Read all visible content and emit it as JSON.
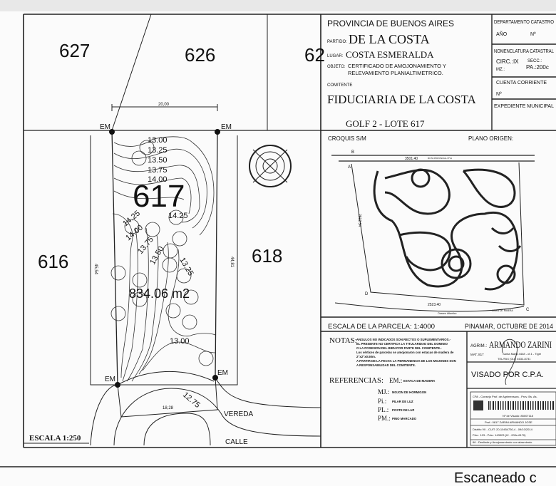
{
  "drawing": {
    "lots": {
      "top_left": "627",
      "top_mid": "626",
      "top_right": "62",
      "main": "617",
      "left": "616",
      "right": "618"
    },
    "area": "834.06 m2",
    "front_dim": "20,00",
    "left_dim": "45,54",
    "right_dim": "44,81",
    "bottom_dim": "18,28",
    "marker_label": "EM",
    "contours": [
      "13.00",
      "13.25",
      "13.50",
      "13.75",
      "14.00",
      "14.25",
      "14.00",
      "13.75",
      "13.50",
      "13.25",
      "14.25",
      "13.00",
      "12.75"
    ],
    "vereda": "VEREDA",
    "calle": "CALLE",
    "scale": "ESCALA 1:250"
  },
  "header": {
    "province": "PROVINCIA DE BUENOS AIRES",
    "partido_label": "PARTIDO:",
    "partido": "DE LA COSTA",
    "lugar_label": "LUGAR:",
    "lugar": "COSTA ESMERALDA",
    "objeto_label": "OBJETO:",
    "objeto_1": "CERTIFICADO DE  AMOJONAMIENTO Y",
    "objeto_2": "RELEVAMIENTO PLANIALTIMETRICO.",
    "comitente_label": "COMITENTE",
    "comitente": "FIDUCIARIA DE LA COSTA",
    "lote": "GOLF 2 - LOTE 617"
  },
  "side_box": {
    "departamento": "DEPARTAMENTO CATASTRO",
    "anio": "AÑO",
    "numero": "Nº",
    "nomenclatura": "NOMENCLATURA CATASTRAL",
    "circ": "CIRC.:IX",
    "secc": "SECC.:",
    "mz": "MZ.:",
    "pa": "PA.:200c",
    "cuenta": "CUENTA CORRIENTE",
    "cuenta_n": "Nº",
    "expediente": "EXPEDIENTE MUNICIPAL"
  },
  "croquis": {
    "title": "CROQUIS S/M",
    "plano_origen": "PLANO ORIGEN:",
    "top_dim": "3501.40",
    "bottom_dim": "2523.40",
    "left_dim": "2812.34",
    "corners": [
      "A",
      "B",
      "C",
      "D"
    ],
    "ruta": "RUTA PROVINCIAL Nº11",
    "oceano": "Oceano Atlantico",
    "linea_ribera": "LINEA DE RIBERA"
  },
  "scale_row": {
    "escala": "ESCALA DE LA PARCELA: 1:4000",
    "lugar_fecha": "PINAMAR, OCTUBRE DE 2014"
  },
  "notas": {
    "label": "NOTAS:",
    "lines": [
      "ANGULOS NO INDICADOS SON RECTOS O SUPLEMENTARIOS.-",
      "EL PRESENTE NO CERTIFICA LA TITULARIDAD DEL DOMINIO",
      "O LA POSESION DEL BIEN POR PARTE DEL COMITENTE.-",
      "Los vértices de parcelas se amojonaron con estacas de madera de",
      "2\"x2\"x0.50m.",
      "A PARTIR DE  LA FECHA LA PERMANENCIA DE LOS MOJONES SON",
      "A RESPONSABILIDAD DEL COMITENTE."
    ]
  },
  "referencias": {
    "label": "REFERENCIAS:",
    "items": [
      {
        "code": "EM.:",
        "desc": "ESTACA DE MADERA"
      },
      {
        "code": "MJ.:",
        "desc": "MOJON DE HORMIGON"
      },
      {
        "code": "Pi.:",
        "desc": "PILAR DE LUZ"
      },
      {
        "code": "PL.:",
        "desc": "POSTE DE LUZ"
      },
      {
        "code": "PM.:",
        "desc": "PINO MARCADO"
      }
    ]
  },
  "agrimensor": {
    "label": "AGRIM.:",
    "name": "ARMANDO ZARINI",
    "mat": "MAT.:817",
    "addr": "Santa Maria 4448 - of.1 - Tigre",
    "tel": "TEL/FAX (011) 4632-8731",
    "visado": "VISADO POR C.P.A."
  },
  "cpa": {
    "title": "CPA - Consejo Prof. de Agrimensura - Prov. Bs. As.",
    "visado_n": "Nº de Visado: 85007118",
    "prof": "Prof.: 0817 ZARINI  ARMANDO JOSE",
    "distrito": "Distrito VII - CUIT: 20-10454730-4 - 09/10/2014",
    "pdo": "Pdo.: 123 - Pda.: 143323 (IX - 200c-6170)",
    "tipo": "66 - Deslinde y Amojonamiento con alzamiento"
  },
  "footer_stamp": "Escaneado c"
}
